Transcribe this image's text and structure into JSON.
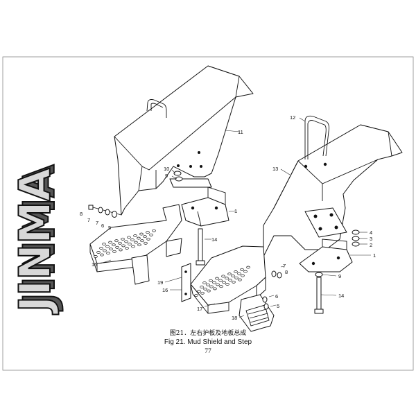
{
  "brand": {
    "logo_text": "JINMA"
  },
  "figure": {
    "caption_zh": "图21．左右护板及地板总成",
    "caption_en": "Fig 21. Mud Shield and Step",
    "page_number": "77"
  },
  "callouts": [
    "1",
    "2",
    "3",
    "4",
    "5",
    "6",
    "7",
    "8",
    "9",
    "10",
    "11",
    "12",
    "13",
    "14",
    "15",
    "16",
    "17",
    "18",
    "19"
  ]
}
